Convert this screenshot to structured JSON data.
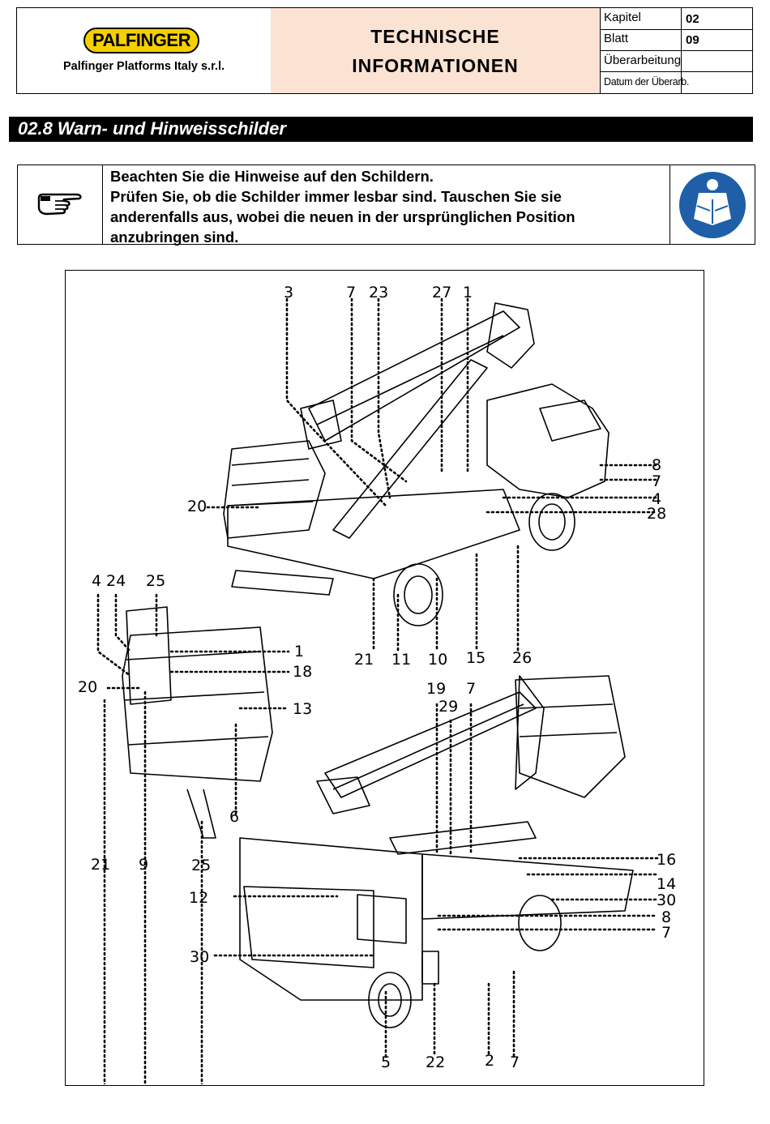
{
  "header": {
    "brand": "PALFINGER",
    "company": "Palfinger Platforms Italy s.r.l.",
    "title_line1": "TECHNISCHE",
    "title_line2": "INFORMATIONEN",
    "fields": [
      {
        "label": "Kapitel",
        "value": "02"
      },
      {
        "label": "Blatt",
        "value": "09"
      },
      {
        "label": "Überarbeitung",
        "value": ""
      },
      {
        "label": "Datum der Überarb.",
        "value": ""
      }
    ]
  },
  "section": {
    "title": "02.8  Warn- und Hinweisschilder"
  },
  "note": {
    "line1": "Beachten Sie die Hinweise auf den Schildern.",
    "line2": "Prüfen Sie, ob die Schilder immer lesbar sind. Tauschen Sie sie",
    "line3": "anderenfalls aus, wobei die neuen in der ursprünglichen Position",
    "line4": "anzubringen sind.",
    "left_icon": "pointing-hand-icon",
    "right_icon": "read-manual-icon"
  },
  "figure": {
    "labels": {
      "t3": "3",
      "t7": "7",
      "t23": "23",
      "t27": "27",
      "t1": "1",
      "r8a": "8",
      "r7a": "7",
      "r4": "4",
      "r28": "28",
      "l20a": "20",
      "b21a": "21",
      "b11": "11",
      "b10": "10",
      "b15": "15",
      "b26": "26",
      "p4": "4",
      "p24": "24",
      "p25a": "25",
      "p1": "1",
      "p18": "18",
      "p20": "20",
      "p13": "13",
      "p6": "6",
      "p21": "21",
      "p9": "9",
      "p25b": "25",
      "c19": "19",
      "c7": "7",
      "c29": "29",
      "r16": "16",
      "r14": "14",
      "r30": "30",
      "r8b": "8",
      "r7b": "7",
      "l12": "12",
      "l30": "30",
      "b5": "5",
      "b22": "22",
      "b2": "2",
      "b7": "7"
    }
  }
}
